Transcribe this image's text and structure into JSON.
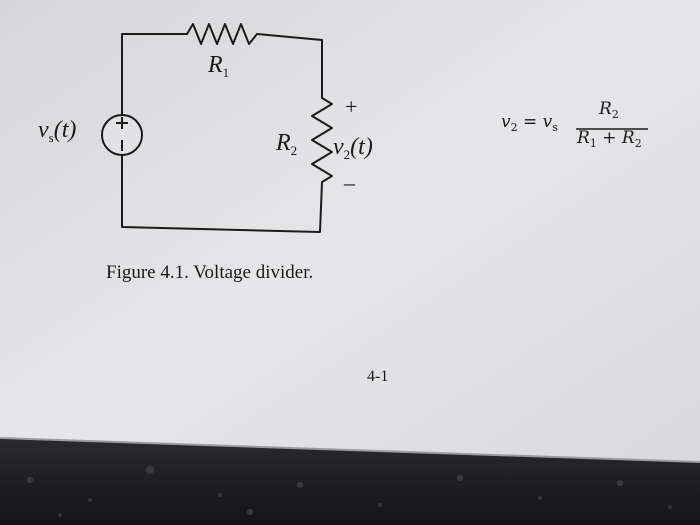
{
  "figure": {
    "caption": "Figure 4.1.  Voltage divider.",
    "page_number": "4-1"
  },
  "circuit": {
    "source_label": {
      "main": "v",
      "sub": "s",
      "arg": "(t)"
    },
    "source_polarity": {
      "plus": "+",
      "minus": "−"
    },
    "r1_label": {
      "main": "R",
      "sub": "1"
    },
    "r2_label": {
      "main": "R",
      "sub": "2"
    },
    "output_label": {
      "main": "v",
      "sub": "2",
      "arg": "(t)"
    },
    "output_polarity": {
      "plus": "+",
      "minus": "–"
    }
  },
  "equation": {
    "lhs": {
      "v": "v",
      "v_sub": "2",
      "equals": " = ",
      "vs": "v",
      "vs_sub": "s"
    },
    "numerator": {
      "main": "R",
      "sub": "2"
    },
    "denominator": {
      "r1": "R",
      "r1_sub": "1",
      "plus": " + ",
      "r2": "R",
      "r2_sub": "2"
    }
  }
}
